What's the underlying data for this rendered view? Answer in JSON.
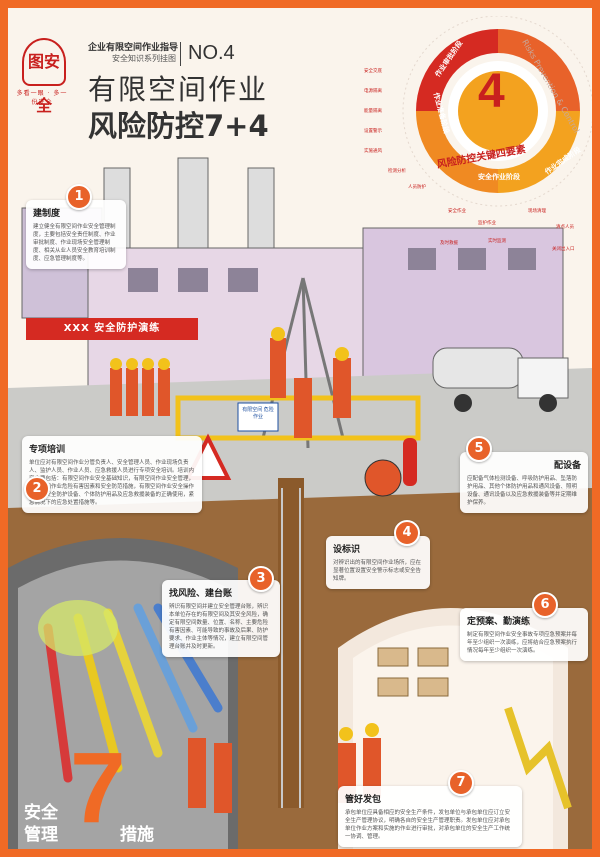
{
  "brand": {
    "logo_text": "图安全",
    "tagline": "多看一眼 · 多一份安全"
  },
  "header": {
    "guide": "企业有限空间作业指导",
    "series": "安全知识系列挂图",
    "no": "NO.4",
    "title_line1": "有限空间作业",
    "title_line2": "风险防控7+4"
  },
  "ring": {
    "center_number": "4",
    "center_title": "风险防控关键四要素",
    "english": "Risks Prevention & Control",
    "segments": [
      "作业审批阶段",
      "作业准备阶段",
      "安全作业阶段",
      "作业完成阶段"
    ],
    "phases": [
      "安全交底",
      "电源隔离",
      "能量隔离",
      "设置警示",
      "实施通风",
      "检测分析",
      "人员防护",
      "安全作业",
      "监护作业",
      "实时监测",
      "及时救援",
      "现场清理",
      "清点人员",
      "关闭出入口"
    ]
  },
  "scene": {
    "banner": "XXX 安全防护演练",
    "barrier_sign": "有限空间 危险作业"
  },
  "measures": [
    {
      "n": "1",
      "title": "建制度",
      "text": "建立健全有限空间作业安全管理制度，主要包括安全责任制度、作业审批制度、作业现场安全管理制度、相关从业人员安全教育培训制度、应急管理制度等。"
    },
    {
      "n": "2",
      "title": "专项培训",
      "text": "单位应对有限空间作业分管负责人、安全管理人员、作业现场负责人、监护人员、作业人员、应急救援人员进行专项安全培训。培训内容主要包括：有限空间作业安全基础知识，有限空间作业安全管理，有限空间作业危险有害因素和安全防范措施，有限空间作业安全操作规程，安全防护设备、个体防护用品及应急救援装备的正确使用，紧急情况下的应急处置措施等。"
    },
    {
      "n": "3",
      "title": "找风险、建台账",
      "text": "辨识有限空间并建立安全管理台账，辨识本单位存在的有限空间及其安全风险，确定有限空间数量、位置、名称、主要危险有害因素、可能导致的事故及后果、防护要求、作业主体等情况，建立有限空间管理台账并及时更新。"
    },
    {
      "n": "4",
      "title": "设标识",
      "text": "对辨识出的有限空间作业场所，应在显著位置设置安全警示标志或安全告知牌。"
    },
    {
      "n": "5",
      "title": "配设备",
      "text": "应配备气体检测设备、呼吸防护用品、坠落防护用品、其他个体防护用品和通风设备、照明设备、通讯设备以及应急救援装备等并定期维护保养。"
    },
    {
      "n": "6",
      "title": "定预案、勤演练",
      "text": "制定有限空间作业安全事故专项应急预案并每年至少组织一次演练，应将结合应急预案执行情况每年至少组织一次演练。"
    },
    {
      "n": "7",
      "title": "管好发包",
      "text": "承包单位应具备相应的安全生产条件，发包单位与承包单位应订立安全生产管理协议，明确各自的安全生产管理职责。发包单位应对承包单位作业方案和实施的作业进行审批，对承包单位的安全生产工作统一协调、管理。"
    }
  ],
  "footer": {
    "line1": "安全",
    "line2": "管理",
    "big": "7",
    "line3": "措施"
  },
  "colors": {
    "orange": "#f06a25",
    "red": "#c8201e",
    "ring_yellow": "#f3a21f"
  }
}
